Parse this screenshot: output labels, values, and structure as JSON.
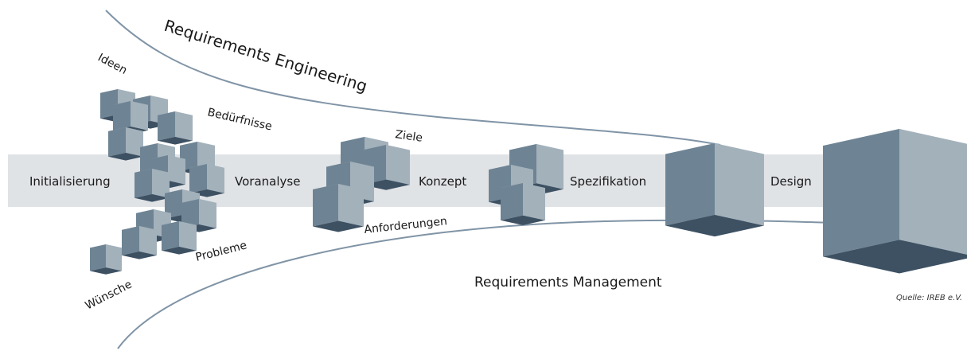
{
  "colors": {
    "band": "#e0e3e6",
    "curve": "#8094a6",
    "cube_top": "#a9b5be",
    "cube_left": "#6e8494",
    "cube_right": "#a3b1bb",
    "cube_bottom": "#3d5163"
  },
  "titles": {
    "engineering": "Requirements Engineering",
    "management": "Requirements Management"
  },
  "stages": [
    "Initialisierung",
    "Voranalyse",
    "Konzept",
    "Spezifikation",
    "Design"
  ],
  "labels": {
    "ideen": "Ideen",
    "beduerfnisse": "Bedürfnisse",
    "probleme": "Probleme",
    "wuensche": "Wünsche",
    "ziele": "Ziele",
    "anforderungen": "Anforderungen"
  },
  "source": "Quelle: IREB e.V."
}
